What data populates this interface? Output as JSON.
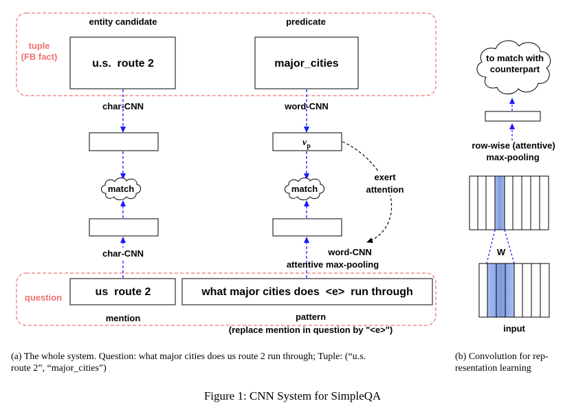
{
  "tuple_group": {
    "label_line1": "tuple",
    "label_line2": "(FB fact)"
  },
  "question_group": {
    "label": "question"
  },
  "entity": {
    "header": "entity candidate",
    "box_text": "u.s.  route 2",
    "cnn_label": "char-CNN"
  },
  "predicate": {
    "header": "predicate",
    "box_text": "major_cities",
    "cnn_label": "word-CNN",
    "vector_base": "v",
    "vector_sub": "p"
  },
  "match_left": "match",
  "match_right": "match",
  "char_cnn_bottom": "char-CNN",
  "attention": {
    "line1": "exert",
    "line2": "attention"
  },
  "word_cnn_bottom": {
    "line1": "word-CNN",
    "line2": "attentive max-pooling"
  },
  "mention": {
    "box_text": "us  route 2",
    "label": "mention"
  },
  "pattern": {
    "box_text": "what major cities does  <e>  run through",
    "label_line1": "pattern",
    "label_line2": "(replace mention in question by \"<e>\")"
  },
  "right_panel": {
    "cloud_line1": "to match with",
    "cloud_line2": "counterpart",
    "pool_line1": "row-wise (attentive)",
    "pool_line2": "max-pooling",
    "weight_label": "W",
    "input_label": "input"
  },
  "captions": {
    "a_line1": "(a) The whole system.  Question: what major cities does us route 2 run through; Tuple: (“u.s.",
    "a_line2": "route 2”, “major_cities”)",
    "b_line1": "(b)  Convolution for rep-",
    "b_line2": "resentation learning"
  },
  "figure_title": "Figure 1: CNN System for SimpleQA",
  "colors": {
    "arrow": "#1a1aff",
    "group_border": "#f07070",
    "highlight": "#8ea9e8"
  }
}
